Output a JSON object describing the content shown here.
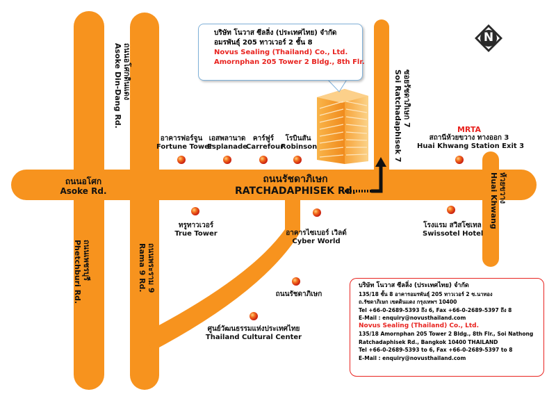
{
  "bubble": {
    "thai_name": "บริษัท โนวาส ซีลลิ่ง (ประเทศไทย) จำกัด",
    "thai_address": "อมรพันธุ์ 205 ทาวเวอร์ 2 ชั้น 8",
    "en_name": "Novus Sealing (Thailand) Co., Ltd.",
    "en_address": "Amornphan 205 Tower 2 Bldg., 8th Flr."
  },
  "compass": {
    "letter": "N"
  },
  "roads": {
    "asoke_dindang_th": "ถนนอโศกดินแดง",
    "asoke_dindang_en": "Asoke Din-Dang Rd.",
    "ratchada_th": "ถนนรัชดาภิเษก",
    "ratchada_en": "RATCHADAPHISEK Rd.",
    "asoke_th": "ถนนอโศก",
    "asoke_en": "Asoke Rd.",
    "soi_th": "ซอยรัชดาภิเษก 7",
    "soi_en": "Soi Ratchadaphisek 7",
    "huai_th": "ห้วยขวาง",
    "huai_en": "Huai Khwang",
    "phetchburi_th": "ถนนเพชรบุรี",
    "phetchburi_en": "Phetchburi Rd.",
    "rama9_th": "ถนนพระราม 9",
    "rama9_en": "Rama 9 Rd.",
    "ratchada_south_th": "ถนนรัชดาภิเษก"
  },
  "landmarks": {
    "fortune_th": "อาคารฟอร์จูน",
    "fortune_en": "Fortune Tower",
    "esplanade_th": "เอสพลานาด",
    "esplanade_en": "Esplanade",
    "carrefour_th": "คาร์ฟูร์",
    "carrefour_en": "Carrefour",
    "robinson_th": "โรบินสัน",
    "robinson_en": "Robinson",
    "mrta": "MRTA",
    "station_th": "สถานีห้วยขวาง ทางออก 3",
    "station_en": "Huai Khwang Station Exit 3",
    "true_th": "ทรูทาวเวอร์",
    "true_en": "True Tower",
    "cyber_th": "อาคารไซเบอร์ เวิลด์",
    "cyber_en": "Cyber World",
    "swiss_th": "โรงแรม สวิสโซเทล",
    "swiss_en": "Swissotel Hotel",
    "culture_th": "ศูนย์วัฒนธรรมแห่งประเทศไทย",
    "culture_en": "Thailand Cultural Center"
  },
  "info": {
    "thai_name": "บริษัท โนวาส ซีลลิ่ง (ประเทศไทย) จำกัด",
    "thai_line1": "135/18 ชั้น 8 อาคารอมรพันธุ์ 205 ทาวเวอร์ 2 ซ.นาทอง",
    "thai_line2": "ถ.รัชดาภิเษก เขตดินแดง กรุงเทพฯ 10400",
    "thai_tel": "Tel +66-0-2689-5393 ถึง 6, Fax +66-0-2689-5397 ถึง 8",
    "thai_email": "E-Mail : enquiry@novusthailand.com",
    "en_name": "Novus Sealing (Thailand) Co., Ltd.",
    "en_line1": "135/18 Amornphan 205 Tower 2 Bldg., 8th Flr., Soi Nathong",
    "en_line2": "Ratchadaphisek Rd., Bangkok 10400 THAILAND",
    "en_tel": "Tel +66-0-2689-5393 to 6, Fax +66-0-2689-5397 to 8",
    "en_email": "E-Mail : enquiry@novusthailand.com"
  },
  "colors": {
    "road": "#f7931e",
    "marker": "#e8231f",
    "text_red": "#e8231f",
    "bubble_border": "#7fb0d8"
  }
}
